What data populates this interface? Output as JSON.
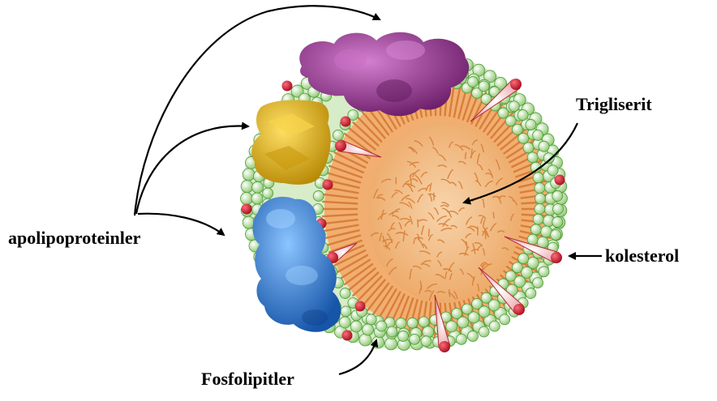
{
  "labels": {
    "apolipoproteins": "apolipoproteinler",
    "triglyceride": "Trigliserit",
    "cholesterol": "kolesterol",
    "phospholipids": "Fosfolipitler"
  },
  "colors": {
    "shell_bead": "#bfe3a8",
    "shell_bead_edge": "#4e9a3a",
    "tail_fill": "#f0a868",
    "core_fill": "#f3c08c",
    "cholesterol_red": "#c4162a",
    "apo_purple": "#8a2c86",
    "apo_yellow": "#e6b416",
    "apo_blue": "#2a78cc"
  }
}
